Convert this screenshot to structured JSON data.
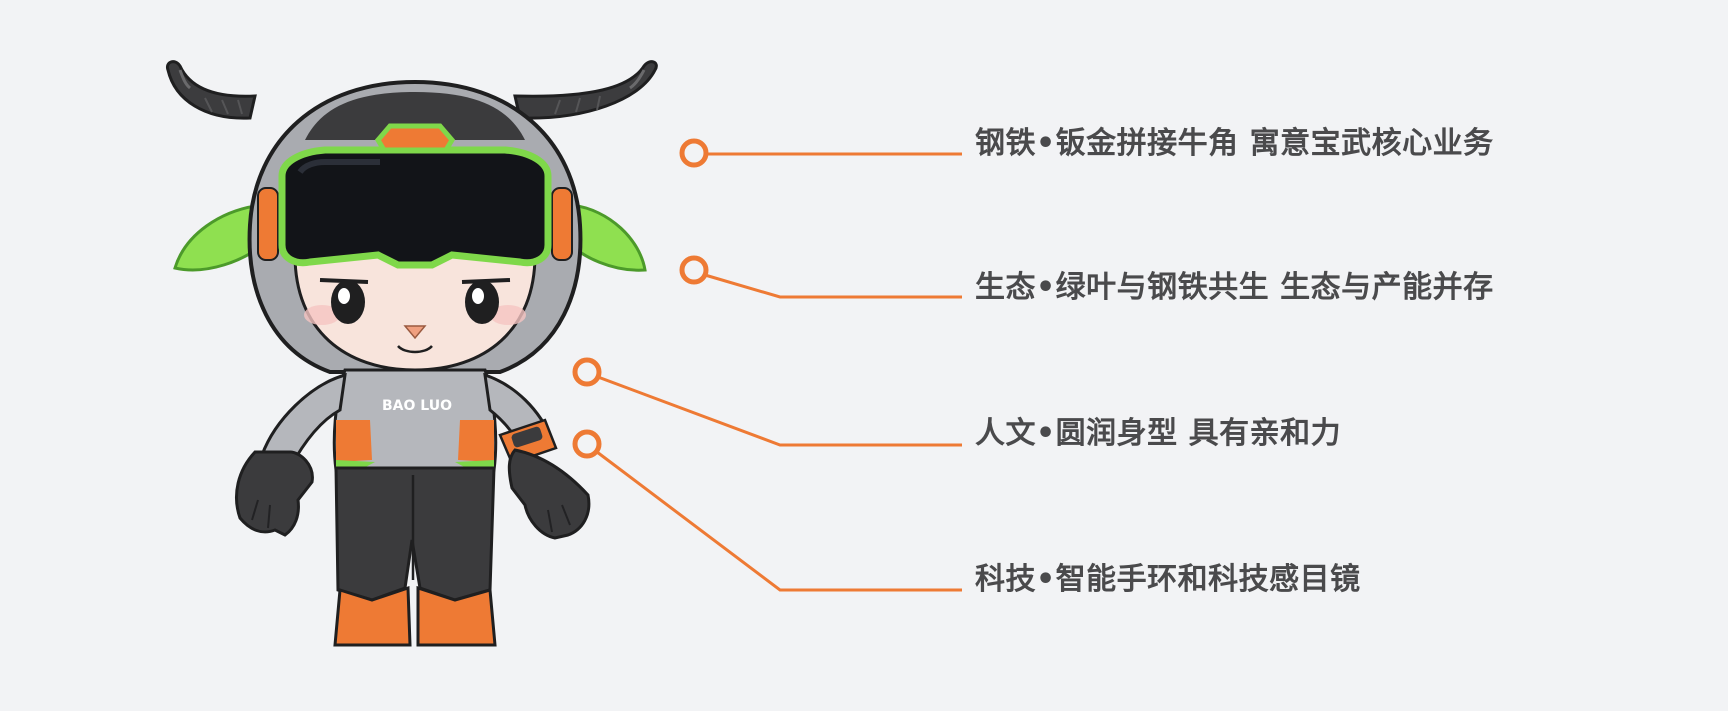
{
  "mascot": {
    "chest_label": "BAO LUO"
  },
  "features": [
    {
      "text": "钢铁•钣金拼接牛角 寓意宝武核心业务"
    },
    {
      "text": "生态•绿叶与钢铁共生 生态与产能并存"
    },
    {
      "text": "人文•圆润身型 具有亲和力"
    },
    {
      "text": "科技•智能手环和科技感目镜"
    }
  ],
  "colors": {
    "background": "#f2f3f5",
    "accent_orange": "#ee7a34",
    "accent_green": "#7fd84a",
    "text": "#4a4a4c",
    "dark_gray": "#3b3b3d"
  }
}
